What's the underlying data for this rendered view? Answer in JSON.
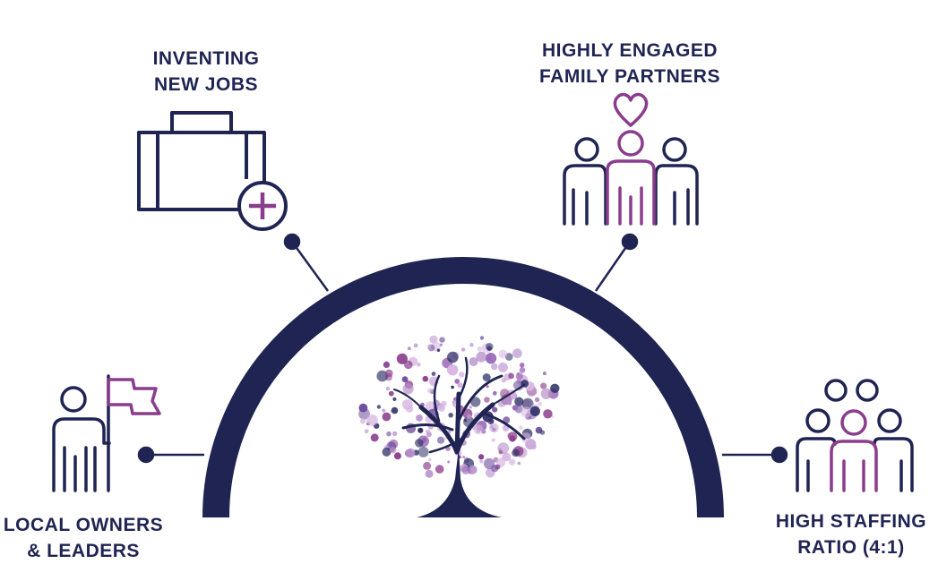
{
  "colors": {
    "navy": "#1f2452",
    "purple": "#8a3d8c",
    "light_purple": "#b58ec8",
    "lavender": "#c9a6d8"
  },
  "center": {
    "icon": "tree-icon"
  },
  "items": [
    {
      "line1": "INVENTING",
      "line2": "NEW JOBS",
      "icon": "briefcase-plus-icon"
    },
    {
      "line1": "HIGHLY ENGAGED",
      "line2": "FAMILY PARTNERS",
      "icon": "family-heart-icon"
    },
    {
      "line1": "LOCAL OWNERS",
      "line2": "& LEADERS",
      "icon": "person-flag-icon"
    },
    {
      "line1": "HIGH STAFFING",
      "line2": "RATIO (4:1)",
      "icon": "staff-group-icon"
    }
  ]
}
